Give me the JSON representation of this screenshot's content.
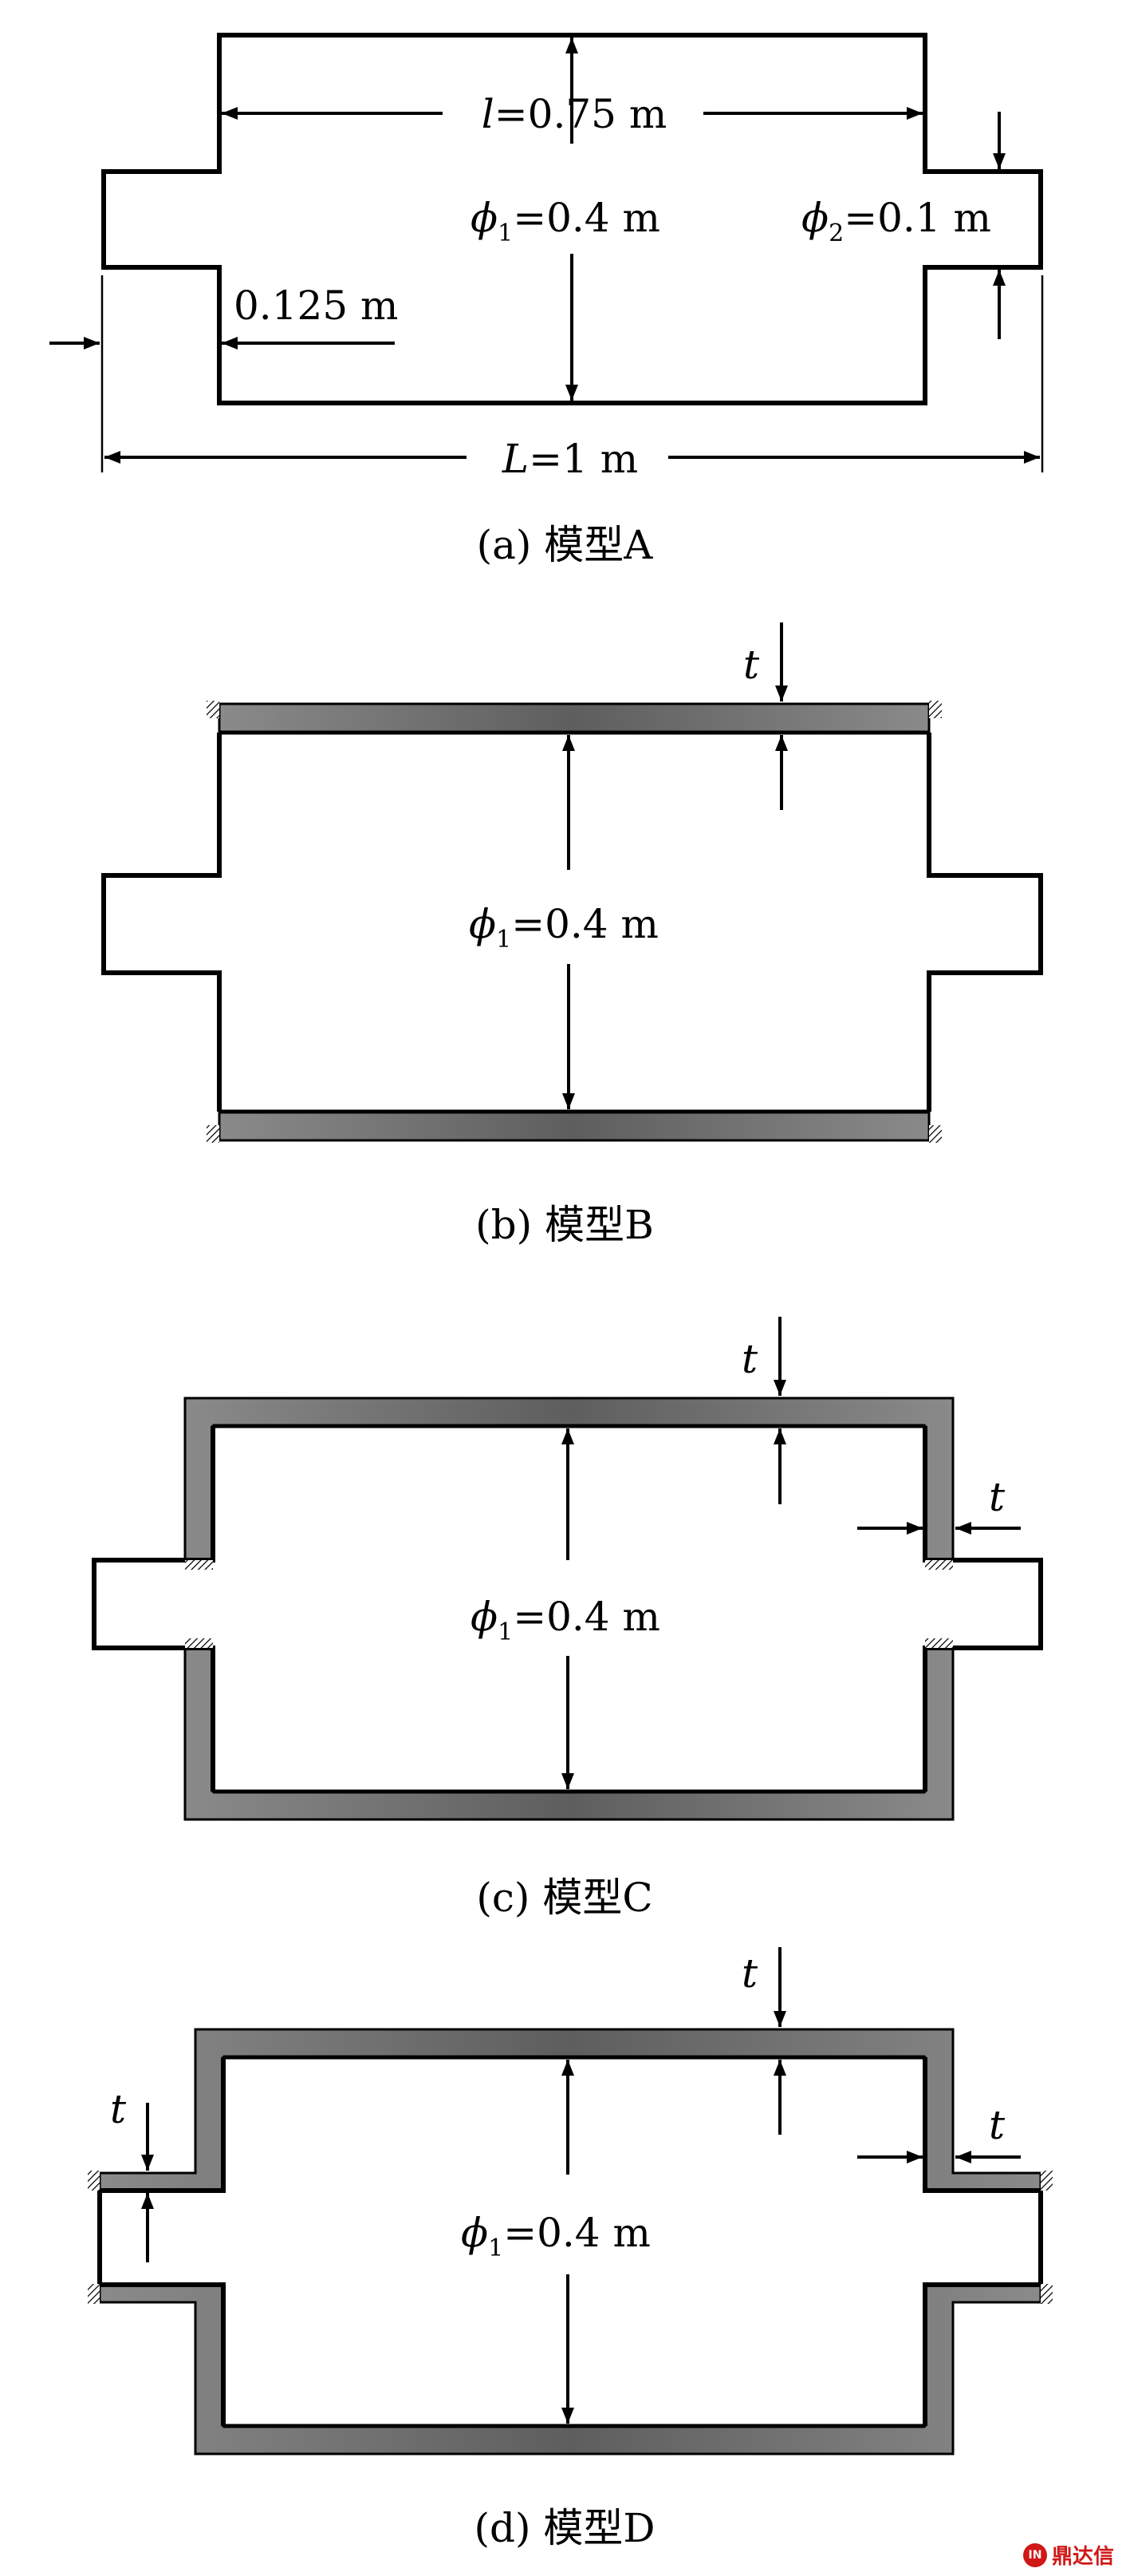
{
  "panels": [
    {
      "id": "a",
      "caption": "(a) 模型A",
      "labels": {
        "inner_length_sym": "l",
        "inner_length_val": "=0.75 m",
        "phi1_sym": "ϕ",
        "phi1_sub": "1",
        "phi1_val": "=0.4 m",
        "phi2_sym": "ϕ",
        "phi2_sub": "2",
        "phi2_val": "=0.1 m",
        "neck_length": "0.125 m",
        "total_length_sym": "L",
        "total_length_val": "=1 m"
      }
    },
    {
      "id": "b",
      "caption": "(b) 模型B",
      "labels": {
        "thickness": "t",
        "phi1_sym": "ϕ",
        "phi1_sub": "1",
        "phi1_val": "=0.4 m"
      }
    },
    {
      "id": "c",
      "caption": "(c) 模型C",
      "labels": {
        "thickness_top": "t",
        "thickness_side": "t",
        "phi1_sym": "ϕ",
        "phi1_sub": "1",
        "phi1_val": "=0.4 m"
      }
    },
    {
      "id": "d",
      "caption": "(d) 模型D",
      "labels": {
        "thickness_top": "t",
        "thickness_left": "t",
        "thickness_side": "t",
        "phi1_sym": "ϕ",
        "phi1_sub": "1",
        "phi1_val": "=0.4 m"
      }
    }
  ],
  "watermark": {
    "logo_text": "IN",
    "brand": "鼎达信"
  },
  "colors": {
    "stroke": "#000000",
    "wall_fill": "#707070",
    "hatch": "#000000",
    "watermark": "#d01818"
  }
}
